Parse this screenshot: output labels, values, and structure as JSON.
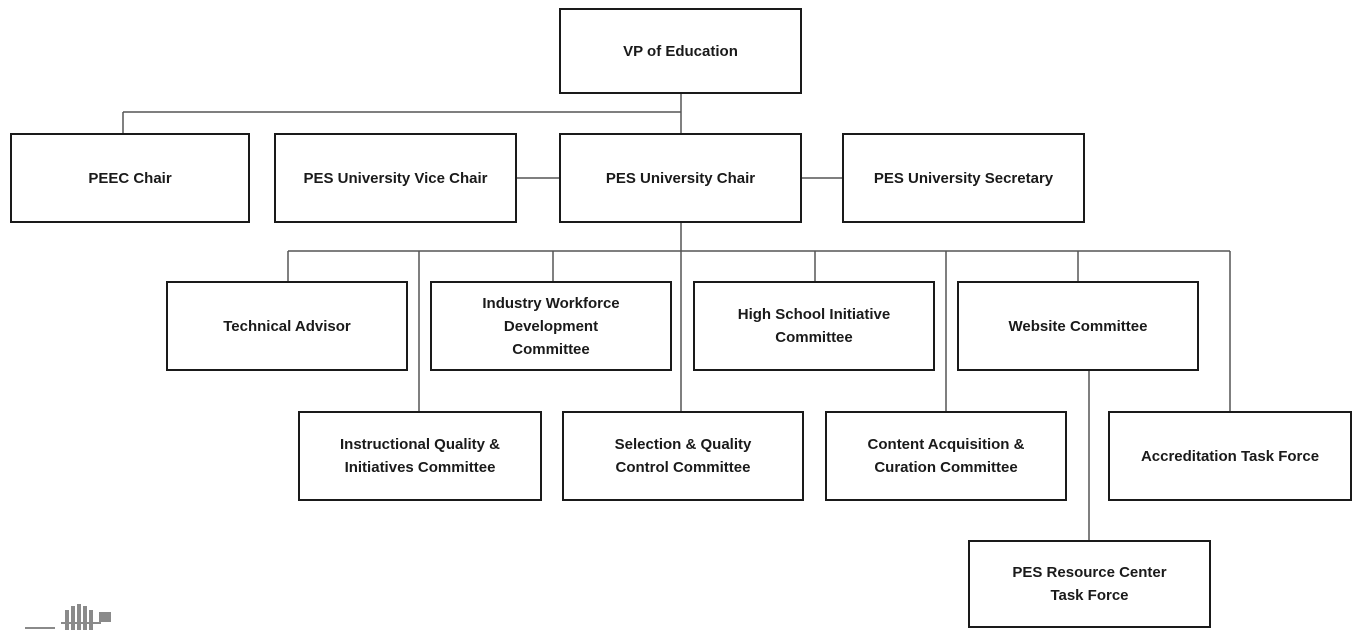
{
  "org_chart": {
    "nodes": {
      "vp": "VP of Education",
      "peec": "PEEC Chair",
      "vicechair": "PES University Vice Chair",
      "chair": "PES University Chair",
      "secretary": "PES University Secretary",
      "techadvisor": "Technical Advisor",
      "industry": "Industry Workforce\nDevelopment\nCommittee",
      "highschool": "High School Initiative\nCommittee",
      "website": "Website Committee",
      "instructional": "Instructional Quality &\nInitiatives Committee",
      "selection": "Selection & Quality\nControl Committee",
      "content": "Content Acquisition &\nCuration Committee",
      "accreditation": "Accreditation Task Force",
      "resource": "PES Resource Center\nTask Force"
    },
    "edges": [
      [
        "vp",
        "peec"
      ],
      [
        "vp",
        "chair"
      ],
      [
        "chair",
        "vicechair"
      ],
      [
        "chair",
        "secretary"
      ],
      [
        "chair",
        "techadvisor"
      ],
      [
        "chair",
        "industry"
      ],
      [
        "chair",
        "highschool"
      ],
      [
        "chair",
        "website"
      ],
      [
        "chair",
        "instructional"
      ],
      [
        "chair",
        "selection"
      ],
      [
        "chair",
        "content"
      ],
      [
        "chair",
        "accreditation"
      ],
      [
        "website",
        "resource"
      ]
    ],
    "line_color": "#555555",
    "box_border_color": "#1a1a1a"
  },
  "logo": {
    "icon": "ieee-pes-logo-icon"
  }
}
